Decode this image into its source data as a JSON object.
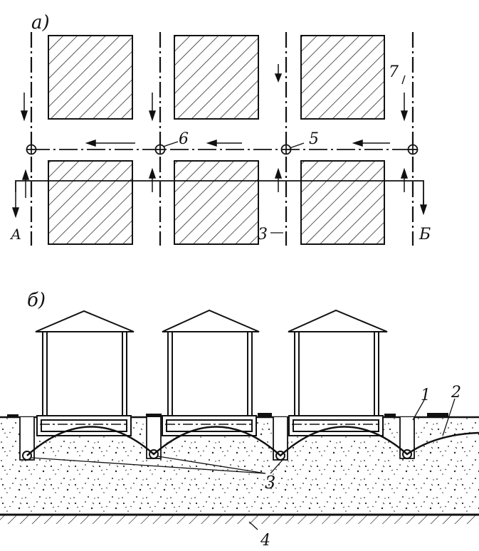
{
  "panel_a": {
    "label": "а)",
    "callouts": {
      "c7": "7",
      "c6": "6",
      "c5": "5",
      "c3": "3",
      "cA": "А",
      "cB": "Б"
    }
  },
  "panel_b": {
    "label": "б)",
    "callouts": {
      "c1": "1",
      "c2": "2",
      "c3": "3",
      "c4": "4"
    }
  },
  "colors": {
    "ink": "#111111",
    "paper": "#ffffff"
  }
}
